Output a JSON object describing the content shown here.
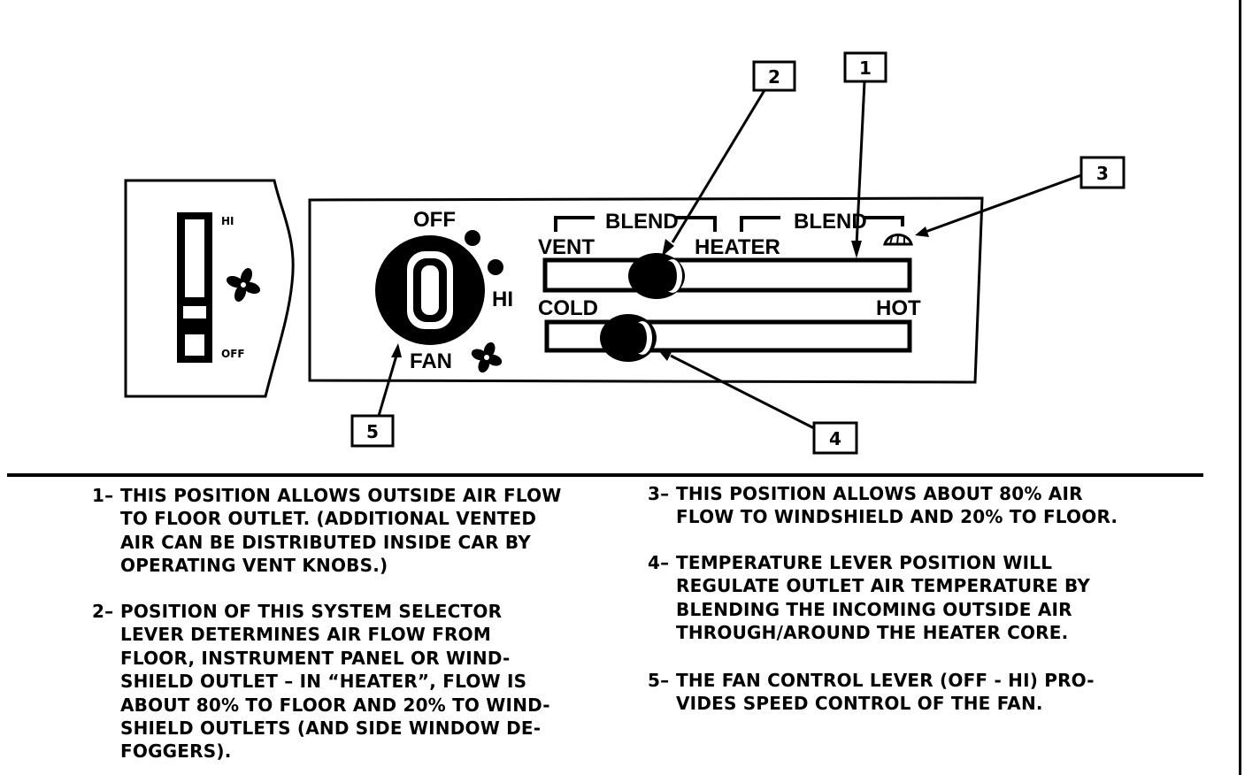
{
  "diagram": {
    "fan_switch": {
      "hi_label": "HI",
      "off_label": "OFF"
    },
    "panel": {
      "fan_off_label": "OFF",
      "fan_hi_label": "HI",
      "fan_label": "FAN",
      "blend_label_1": "BLEND",
      "blend_label_2": "BLEND",
      "vent_label": "VENT",
      "heater_label": "HEATER",
      "cold_label": "COLD",
      "hot_label": "HOT"
    },
    "callouts": [
      "1",
      "2",
      "3",
      "4",
      "5"
    ]
  },
  "notes": [
    {
      "number": "1–",
      "lines": [
        "THIS POSITION ALLOWS OUTSIDE AIR FLOW",
        "TO FLOOR OUTLET. (ADDITIONAL VENTED",
        "AIR CAN BE DISTRIBUTED INSIDE CAR BY",
        "OPERATING VENT KNOBS.)"
      ]
    },
    {
      "number": "2–",
      "lines": [
        "POSITION OF THIS SYSTEM SELECTOR",
        "LEVER DETERMINES AIR FLOW FROM",
        "FLOOR, INSTRUMENT PANEL OR WIND-",
        "SHIELD OUTLET – IN “HEATER”, FLOW IS",
        "ABOUT 80% TO FLOOR AND 20% TO WIND-",
        "SHIELD OUTLETS (AND SIDE WINDOW DE-",
        "FOGGERS)."
      ]
    },
    {
      "number": "3–",
      "lines": [
        "THIS POSITION ALLOWS ABOUT 80% AIR",
        "FLOW TO WINDSHIELD AND 20% TO FLOOR."
      ]
    },
    {
      "number": "4–",
      "lines": [
        "TEMPERATURE LEVER POSITION WILL",
        "REGULATE OUTLET AIR TEMPERATURE BY",
        "BLENDING THE INCOMING OUTSIDE AIR",
        "THROUGH/AROUND THE HEATER CORE."
      ]
    },
    {
      "number": "5–",
      "lines": [
        "THE FAN CONTROL LEVER (OFF - HI) PRO-",
        "VIDES SPEED CONTROL OF THE FAN."
      ]
    }
  ]
}
